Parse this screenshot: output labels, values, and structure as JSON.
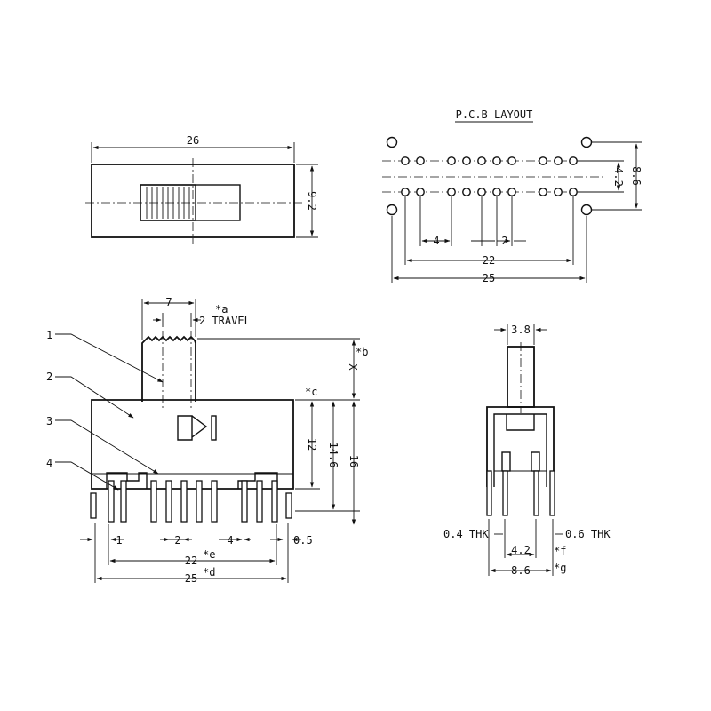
{
  "top_view": {
    "width": "26",
    "height": "9.2"
  },
  "pcb": {
    "title": "P.C.B LAYOUT",
    "pitch_a": "4",
    "pitch_b": "2",
    "span_inner": "22",
    "span_outer": "25",
    "row_gap": "4.2",
    "hole_gap": "8.6"
  },
  "front": {
    "knob_width": "7",
    "travel_note": "*a",
    "travel": "2 TRAVEL",
    "x_dim": "X",
    "x_note": "*b",
    "c_note": "*c",
    "h12": "12",
    "h146": "14.6",
    "h16": "16",
    "parts": [
      "1",
      "2",
      "3",
      "4"
    ],
    "pin_w": "1",
    "pitch_2": "2",
    "pitch_4": "4",
    "thk": "0.5",
    "span22": "22",
    "e_note": "*e",
    "span25": "25",
    "d_note": "*d"
  },
  "side": {
    "knob": "3.8",
    "thk_left": "0.4 THK",
    "thk_right": "0.6 THK",
    "gap": "4.2",
    "f_note": "*f",
    "outer": "8.6",
    "g_note": "*g"
  }
}
